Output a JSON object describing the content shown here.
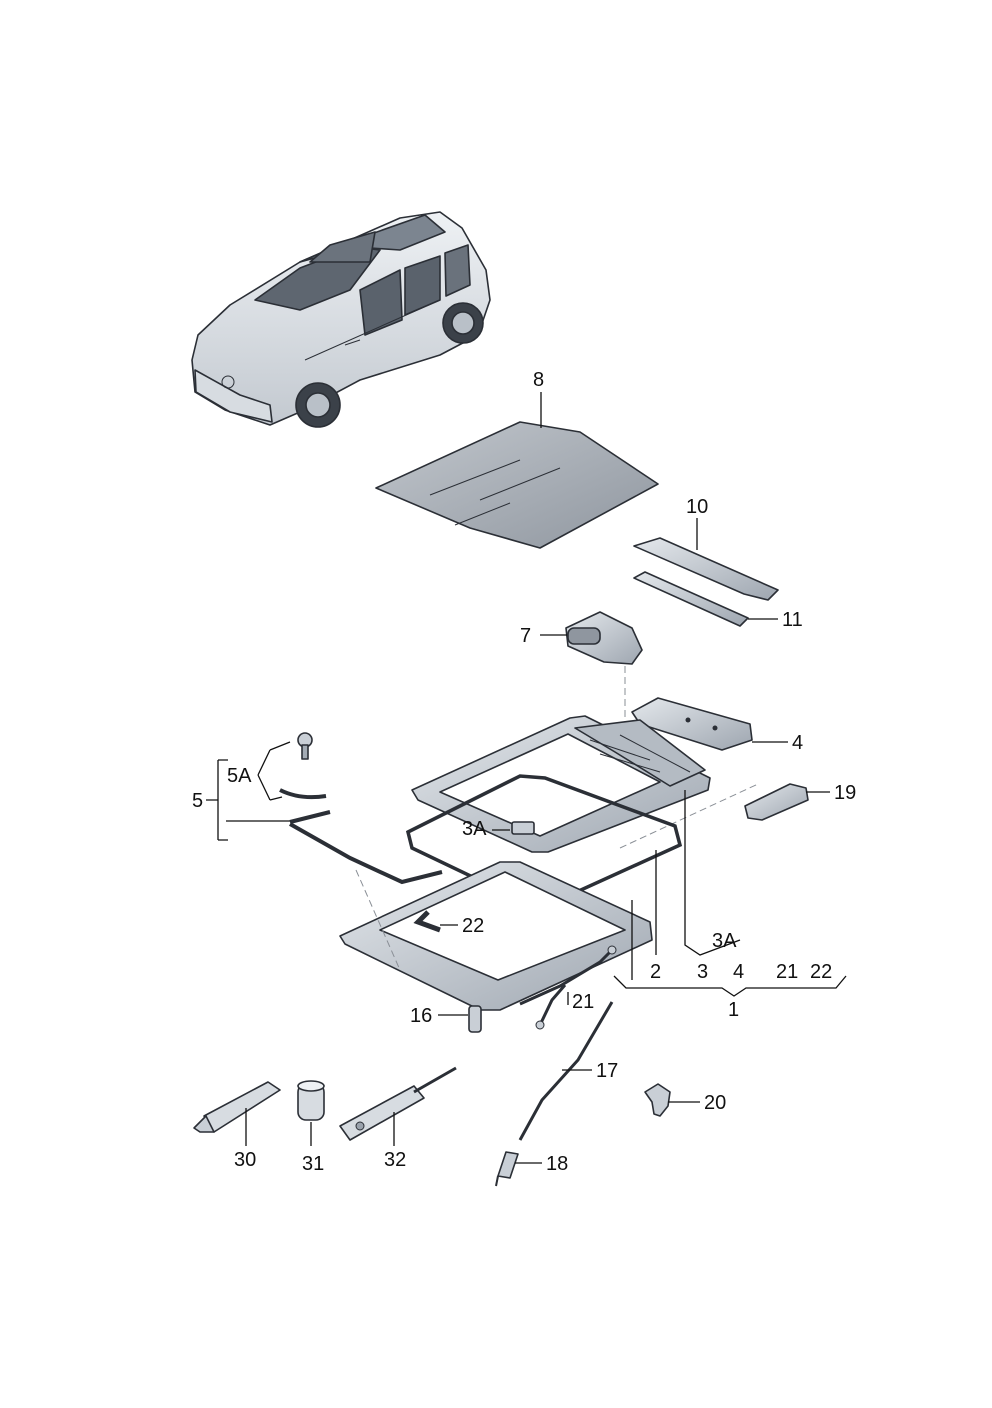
{
  "callouts": {
    "c8": "8",
    "c10": "10",
    "c11": "11",
    "c7": "7",
    "c4": "4",
    "c19": "19",
    "c5": "5",
    "c5A": "5A",
    "c3A_left": "3A",
    "c22": "22",
    "c2": "2",
    "c3": "3",
    "c4b": "4",
    "c21b": "21",
    "c22b": "22",
    "c3A_right": "3A",
    "c1": "1",
    "c16": "16",
    "c21": "21",
    "c17": "17",
    "c20": "20",
    "c18": "18",
    "c30": "30",
    "c31": "31",
    "c32": "32"
  },
  "colors": {
    "part_fill": "#c9cfd6",
    "part_shadow": "#9aa2ac",
    "glass_fill": "#aab0b8",
    "outline": "#2b2f36",
    "leader": "#111111"
  }
}
